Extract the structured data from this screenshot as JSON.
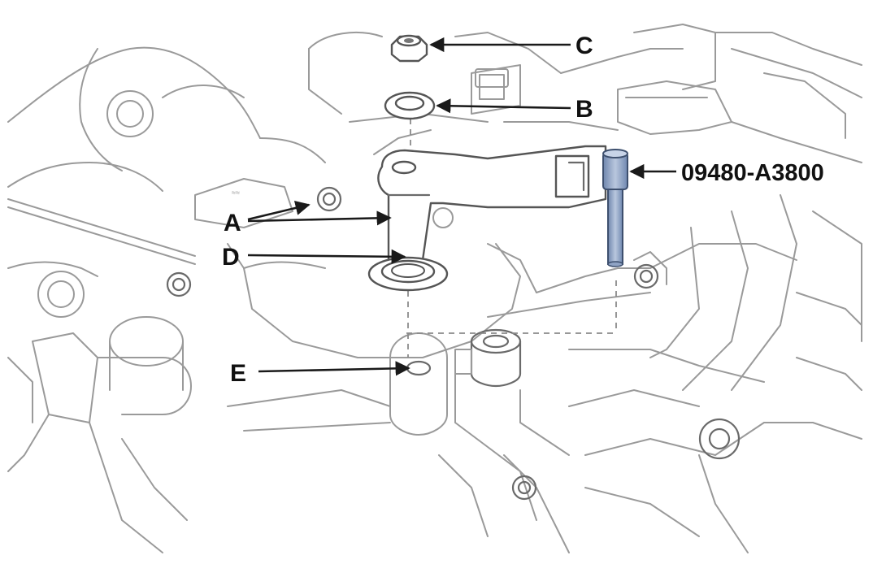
{
  "callouts": {
    "c": "C",
    "b": "B",
    "a": "A",
    "d": "D",
    "e": "E",
    "tool": "09480-A3800"
  },
  "colors": {
    "outline": "#9a9a9a",
    "part_outline": "#555555",
    "tool_fill": "#8fa3c4",
    "leader": "#1a1a1a"
  }
}
